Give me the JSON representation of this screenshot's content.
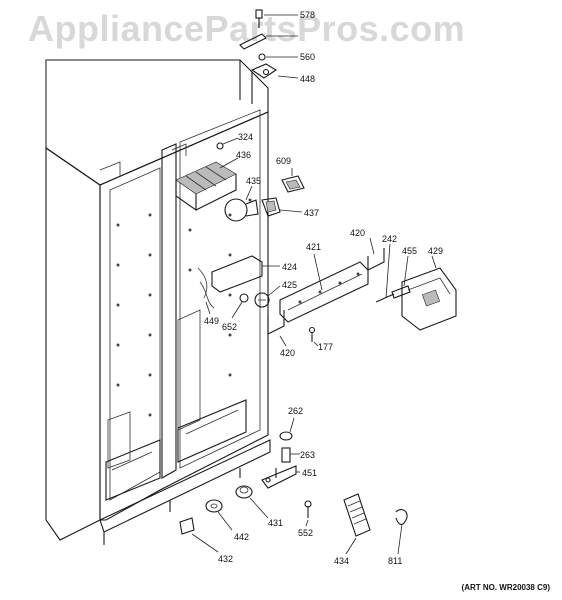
{
  "watermark": "AppliancePartsPros.com",
  "art_number": "(ART NO. WR20038 C9)",
  "parts": {
    "p578": "578",
    "p560": "560",
    "p448": "448",
    "p324": "324",
    "p436": "436",
    "p609": "609",
    "p435": "435",
    "p437": "437",
    "p420a": "420",
    "p421": "421",
    "p242": "242",
    "p455": "455",
    "p429": "429",
    "p424": "424",
    "p425": "425",
    "p449": "449",
    "p652": "652",
    "p420b": "420",
    "p177": "177",
    "p262": "262",
    "p263": "263",
    "p451": "451",
    "p431": "431",
    "p442": "442",
    "p432": "432",
    "p552": "552",
    "p434": "434",
    "p811": "811"
  }
}
